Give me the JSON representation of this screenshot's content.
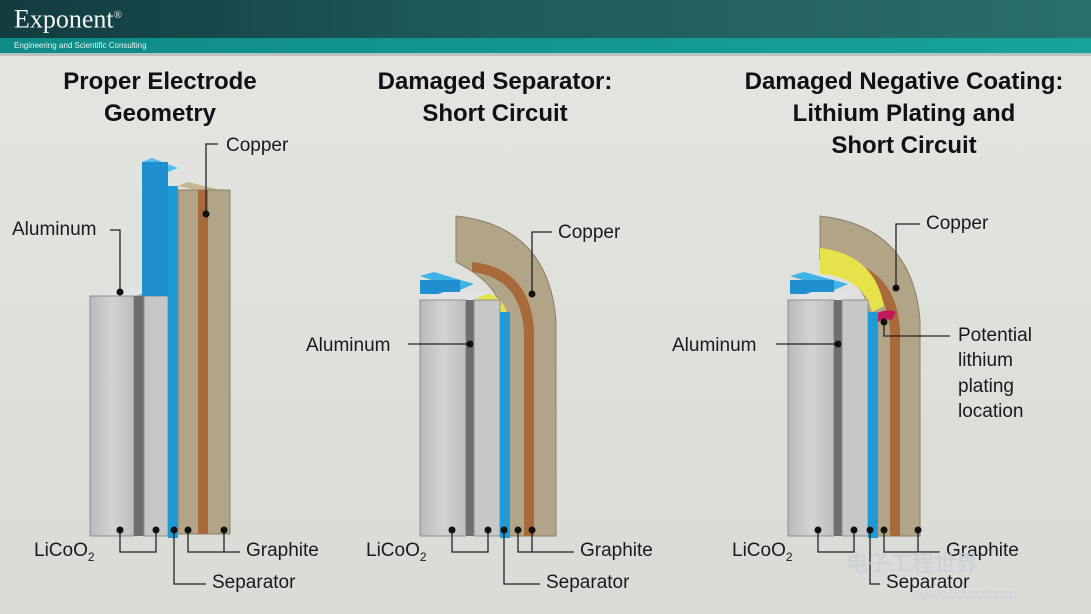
{
  "header": {
    "logo": "Exponent",
    "logo_mark": "®",
    "tagline": "Engineering and Scientific Consulting"
  },
  "panels": [
    {
      "title_lines": [
        "Proper Electrode",
        "Geometry"
      ],
      "labels": {
        "top": "Copper",
        "mid": "Aluminum",
        "bottom_left": "LiCoO",
        "bottom_left_sub": "2",
        "bottom_right": "Graphite",
        "bottom_center": "Separator"
      }
    },
    {
      "title_lines": [
        "Damaged Separator:",
        "Short Circuit"
      ],
      "labels": {
        "top": "Copper",
        "mid": "Aluminum",
        "bottom_left": "LiCoO",
        "bottom_left_sub": "2",
        "bottom_right": "Graphite",
        "bottom_center": "Separator"
      }
    },
    {
      "title_lines": [
        "Damaged Negative Coating:",
        "Lithium Plating and",
        "Short Circuit"
      ],
      "labels": {
        "top": "Copper",
        "mid": "Aluminum",
        "bottom_left": "LiCoO",
        "bottom_left_sub": "2",
        "bottom_right": "Graphite",
        "bottom_center": "Separator"
      },
      "annotation_lines": [
        "Potential",
        "lithium",
        "plating",
        "location"
      ]
    }
  ],
  "watermark": {
    "cn": "电子工程世界",
    "site": "eeworld.com.cn"
  },
  "colors": {
    "aluminum": "#c9cacc",
    "separator": "#1e9ad6",
    "graphite": "#b2a487",
    "copper": "#a86a3a",
    "plating": "#c2185b",
    "damage": "#e6e24a"
  }
}
